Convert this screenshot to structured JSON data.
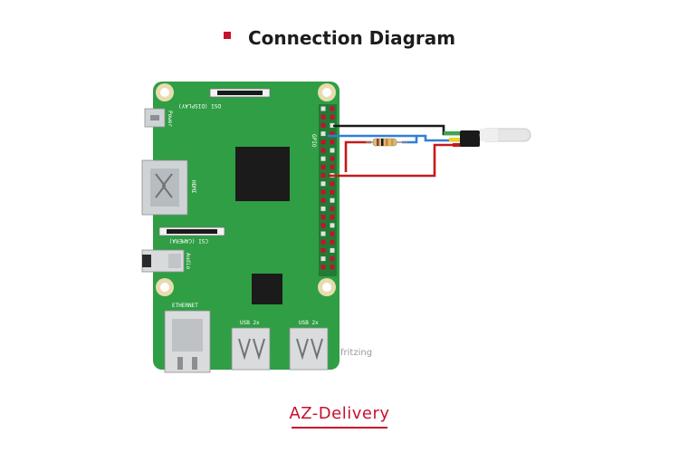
{
  "title": "Connection Diagram",
  "brand": "AZ-Delivery",
  "watermark": "fritzing",
  "board_labels": {
    "display": "DSI (DISPLAY)",
    "camera": "CSI (CAMERA)",
    "power": "Power",
    "hdmi": "HDMI",
    "audio": "Audio",
    "ethernet": "ETHERNET",
    "usb_left": "USB 2x",
    "usb_right": "USB 2x",
    "gpio": "GPIO"
  },
  "colors": {
    "accent": "#c8102e",
    "pcb": "#2f9e44",
    "wire_black": "#1a1a1a",
    "wire_blue": "#2f7fd8",
    "wire_red": "#c51a1a",
    "wire_yellow": "#f2d21b",
    "wire_green": "#3aa84a"
  }
}
